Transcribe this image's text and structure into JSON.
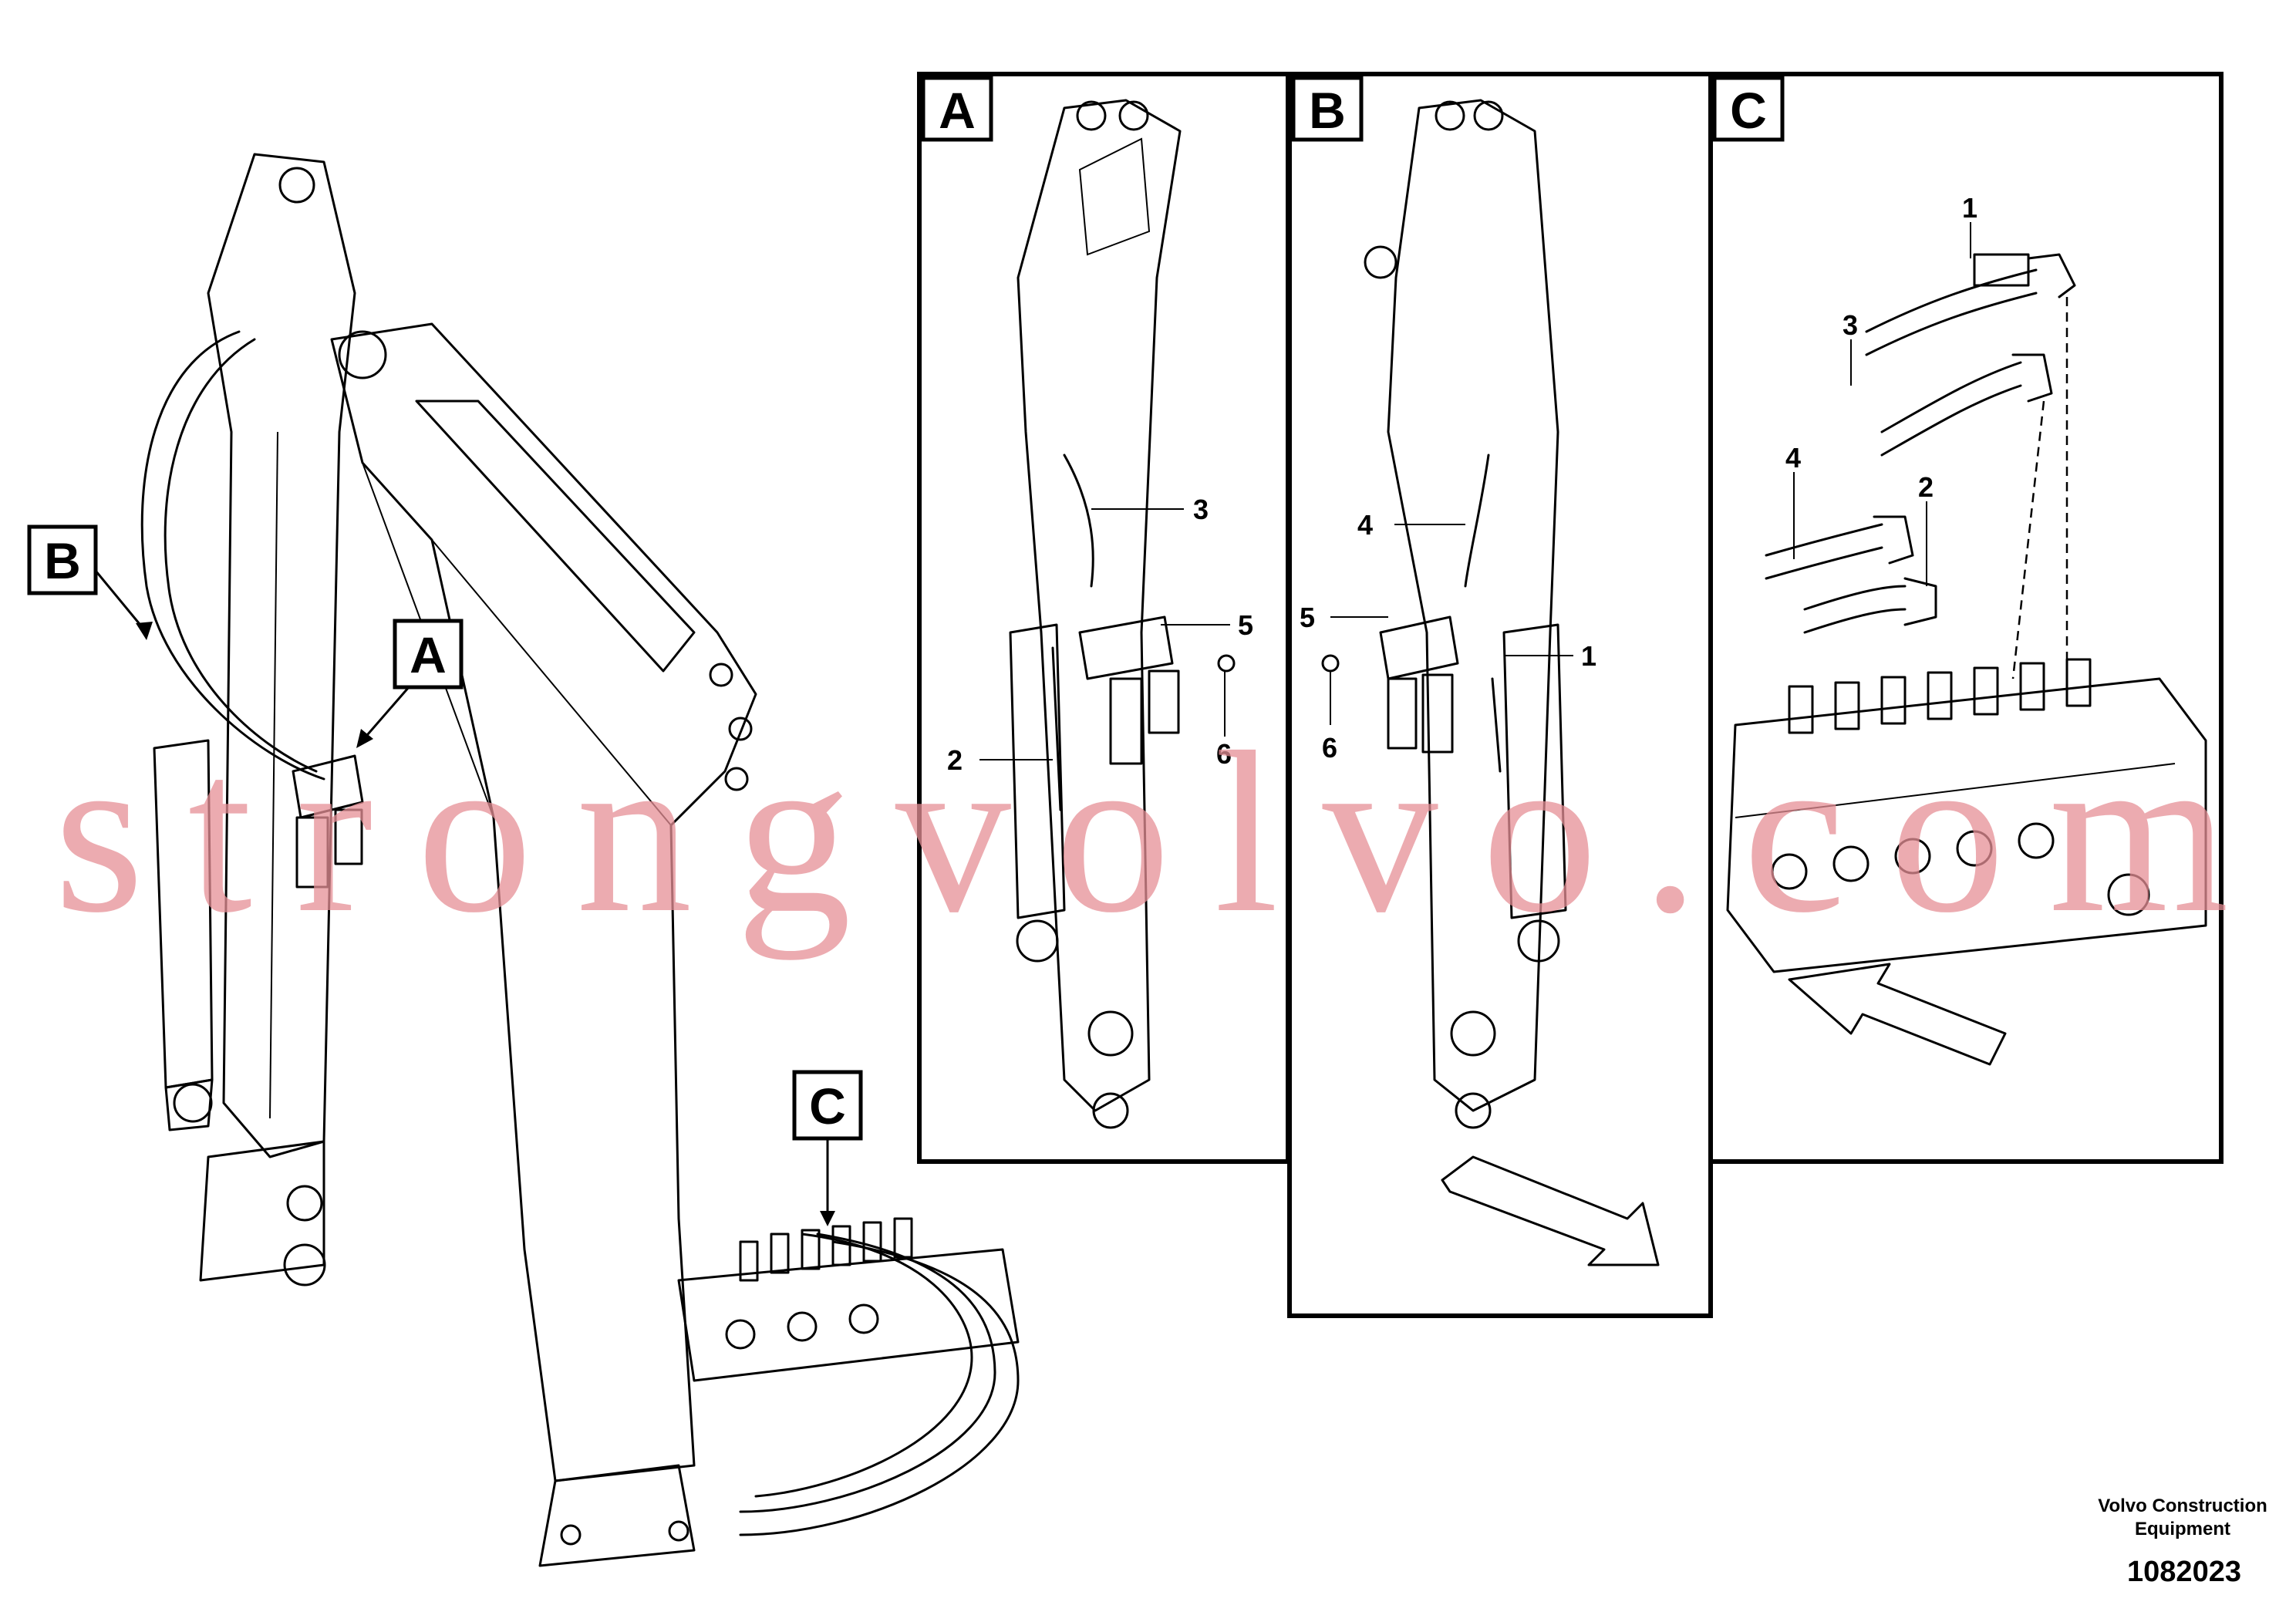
{
  "callouts": {
    "main_a": "A",
    "main_b": "B",
    "main_c": "C",
    "panel_a": "A",
    "panel_b": "B",
    "panel_c": "C"
  },
  "panel_a_labels": [
    "3",
    "5",
    "2",
    "6"
  ],
  "panel_b_labels": [
    "4",
    "5",
    "1",
    "6"
  ],
  "panel_c_labels": [
    "1",
    "3",
    "4",
    "2"
  ],
  "watermark": "strongvolvo.com",
  "footer": {
    "company_line1": "Volvo Construction",
    "company_line2": "Equipment",
    "drawing_number": "1082023"
  }
}
